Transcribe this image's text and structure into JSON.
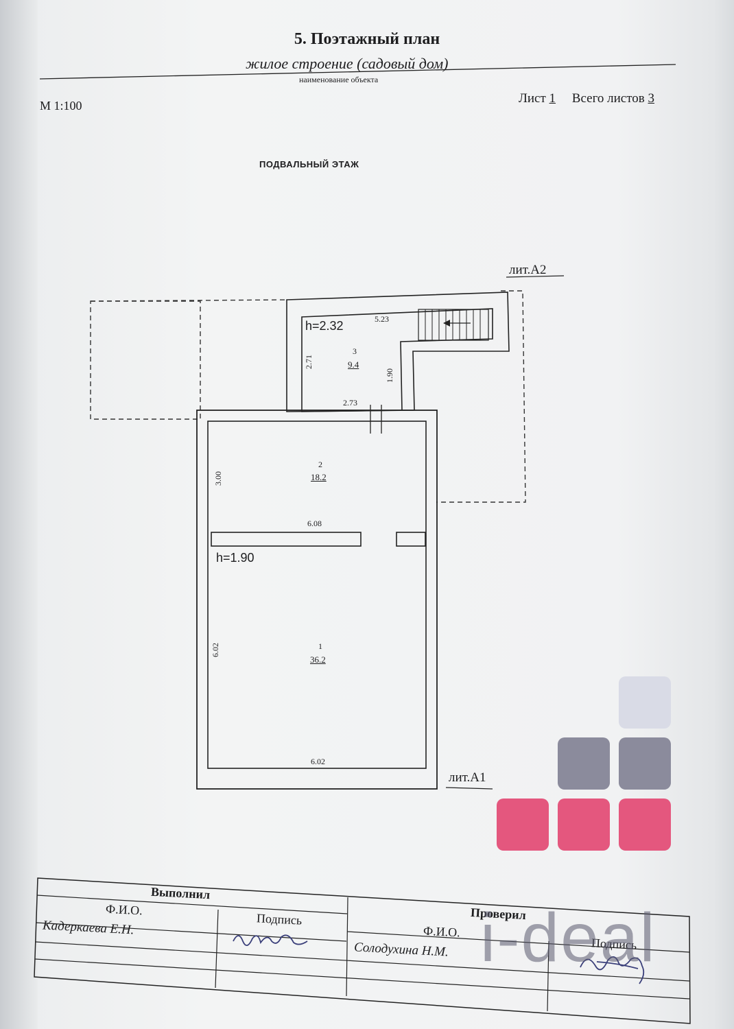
{
  "header": {
    "title": "5. Поэтажный план",
    "object_name": "жилое строение (садовый дом)",
    "object_caption": "наименование объекта",
    "scale": "М 1:100",
    "sheet_label": "Лист",
    "sheet_number": "1",
    "total_label": "Всего листов",
    "total_number": "3"
  },
  "floor_label": "ПОДВАЛЬНЫЙ ЭТАЖ",
  "plan": {
    "lit_a2": "лит.А2",
    "lit_a1": "лит.А1",
    "height_upper": "h=2.32",
    "height_lower": "h=1.90",
    "rooms": [
      {
        "number": "3",
        "area": "9.4"
      },
      {
        "number": "2",
        "area": "18.2"
      },
      {
        "number": "1",
        "area": "36.2"
      }
    ],
    "dimensions": {
      "d523": "5.23",
      "d271": "2.71",
      "d190": "1.90",
      "d273": "2.73",
      "d300": "3.00",
      "d608": "6.08",
      "d602v": "6.02",
      "d602h": "6.02"
    }
  },
  "stamp": {
    "done_label": "Выполнил",
    "checked_label": "Проверил",
    "fio_label": "Ф.И.О.",
    "sign_label": "Подпись",
    "done_name": "Кадеркаева Е.Н.",
    "checked_name": "Солодухина Н.М."
  },
  "watermark": {
    "brand": "i-deal",
    "colors": {
      "light": "#d9dbe6",
      "gray": "#8b8b9c",
      "pink": "#e4577e"
    }
  }
}
